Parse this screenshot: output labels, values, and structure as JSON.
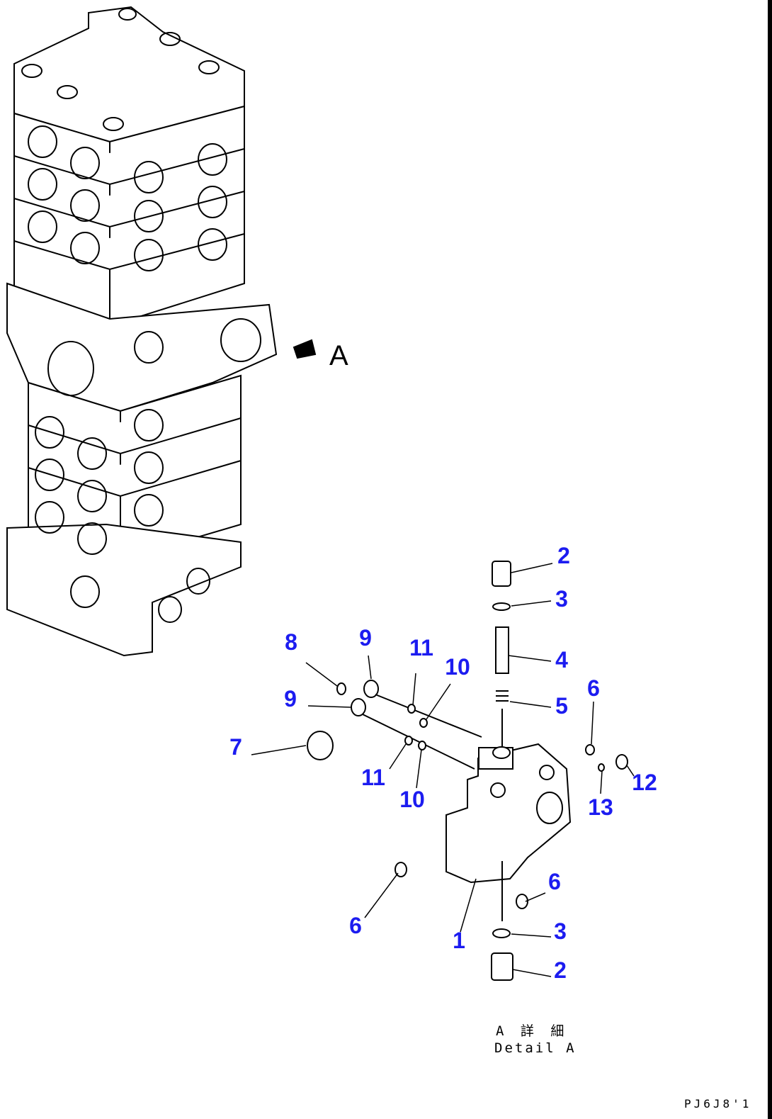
{
  "view_marker": "A",
  "callouts": [
    "2",
    "3",
    "4",
    "5",
    "6",
    "12",
    "13",
    "6",
    "3",
    "2",
    "1",
    "6",
    "10",
    "11",
    "7",
    "9",
    "8",
    "9",
    "11",
    "10"
  ],
  "caption": {
    "jp": "A 詳 細",
    "en": "Detail A"
  },
  "drawing_code": "PJ6J8'1",
  "label_color": "#1c1cf0"
}
